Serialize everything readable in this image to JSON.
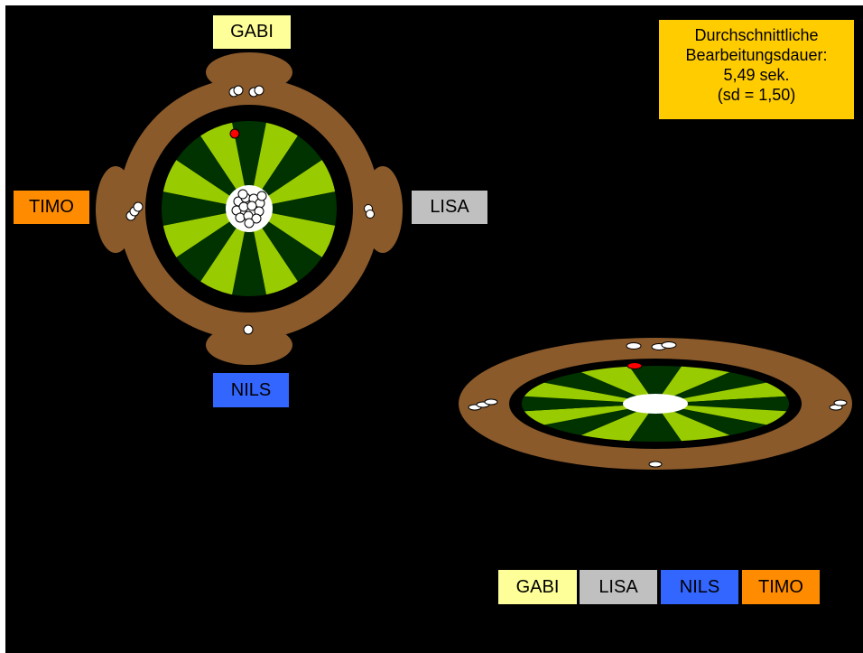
{
  "info_box": {
    "line1": "Durchschnittliche",
    "line2": "Bearbeitungsdauer:",
    "line3": "5,49 sek.",
    "line4": "(sd = 1,50)",
    "background": "#ffcc00"
  },
  "players": {
    "gabi": {
      "name": "GABI",
      "color": "#ffff99"
    },
    "lisa": {
      "name": "LISA",
      "color": "#c0c0c0"
    },
    "nils": {
      "name": "NILS",
      "color": "#3366ff"
    },
    "timo": {
      "name": "TIMO",
      "color": "#ff8c00"
    }
  },
  "legend": [
    "GABI",
    "LISA",
    "NILS",
    "TIMO"
  ],
  "colors": {
    "background": "#000000",
    "table_wood": "#8b5a2b",
    "wheel_dark": "#003300",
    "wheel_light": "#99cc00",
    "marker_red": "#ff0000",
    "chip_white": "#ffffff"
  },
  "wheel": {
    "segments": 16
  }
}
